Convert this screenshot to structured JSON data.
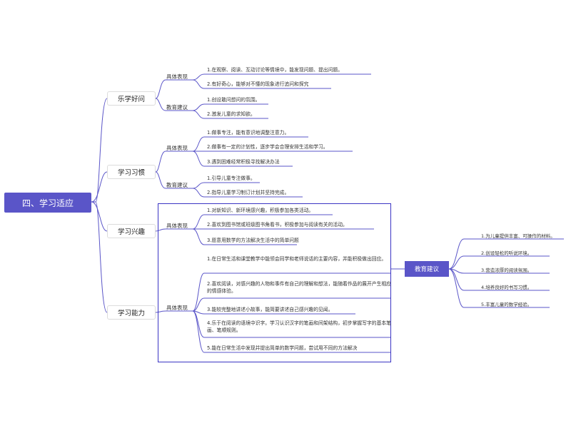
{
  "root": "四、学习适应",
  "branches": [
    {
      "topic": "乐学好问",
      "groups": [
        {
          "label": "具体表现",
          "items": [
            "1.在观察、阅读、互动讨论等情境中，能发现问题、提出问题。",
            "2.有好奇心，能够对不懂的现象进行追问和探究"
          ]
        },
        {
          "label": "教育建议",
          "items": [
            "1.创设敢问想问的氛围。",
            "2.激发儿童的求知欲。"
          ]
        }
      ]
    },
    {
      "topic": "学习习惯",
      "groups": [
        {
          "label": "具体表现",
          "items": [
            "1.做事专注，能有意识地调整注意力。",
            "2.做事有一定的计划性，逐步学会合理安排生活和学习。",
            "3.遇到困难经常积极寻找解决办法"
          ]
        },
        {
          "label": "教育建议",
          "items": [
            "1.引导儿童专注做事。",
            "2.指导儿童学习制订计划并坚持完成。"
          ]
        }
      ]
    },
    {
      "topic": "学习兴趣",
      "groups": [
        {
          "label": "具体表现",
          "items": [
            "1.对新知识、新环境感兴趣，积极参加各类活动。",
            "2.喜欢到图书馆或班级图书角看书，积极参加与阅读有关的活动。",
            "3.愿意用数学的方法解决生活中的简单问题"
          ]
        }
      ]
    },
    {
      "topic": "学习能力",
      "groups": [
        {
          "label": "具体表现",
          "items": [
            "1.在日常生活和课堂教学中能领会同学和老师说话的主要内容，并能积极做出回应。",
            "2.喜欢阅读，对感兴趣的人物和事件有自己的理解和想法，能随着作品的展开产生相应的情感体验。",
            "3.能较完整地讲述小故事，能简要讲述自己感兴趣的见闻。",
            "4.乐于在阅读的语境中识字。学习认识汉字的笔画和间架结构，初步掌握写字的基本笔画、笔顺规则。",
            "5.能在日常生活中发现并提出简单的数学问题，尝试用不同的方法解决"
          ]
        }
      ]
    }
  ],
  "edu_box": {
    "label": "教育建议",
    "items": [
      "1.为儿童提供丰富、可操作的材料。",
      "2.创设轻松的听说环境。",
      "3.营造浓厚的阅读氛围。",
      "4.培养良好的书写习惯。",
      "5.丰富儿童的数学经验。"
    ]
  },
  "colors": {
    "accent": "#5a55c8",
    "frame": "#3b35c4",
    "line": "#5a55c8"
  }
}
